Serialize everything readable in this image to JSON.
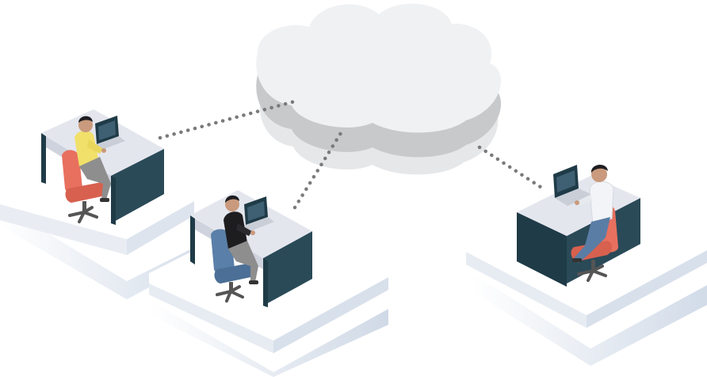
{
  "illustration": {
    "elements": [
      "cloud",
      "connection-lines",
      "workstation-left",
      "workstation-middle",
      "workstation-right"
    ],
    "colors": {
      "cloud_top": "#eff0f2",
      "cloud_side": "#c7c8ca",
      "cloud_bottom": "#e3e4e6",
      "platform_top": "#ffffff",
      "platform_shadow": "#dfe5ee",
      "desk_top": "#e4e6ee",
      "desk_panel": "#1f3b47",
      "chair_salmon": "#e8705f",
      "chair_blue": "#5a7fa8",
      "dots": "#777777",
      "shirt_yellow": "#f1e06a",
      "shirt_dark": "#1d1d1f",
      "shirt_white": "#f2f4f7",
      "pants_grey": "#8e8e8e",
      "pants_blue": "#5a7da6",
      "skin": "#c99a7d"
    },
    "icons": [
      "cloud-icon",
      "laptop-icon",
      "office-chair-icon",
      "person-icon"
    ]
  }
}
